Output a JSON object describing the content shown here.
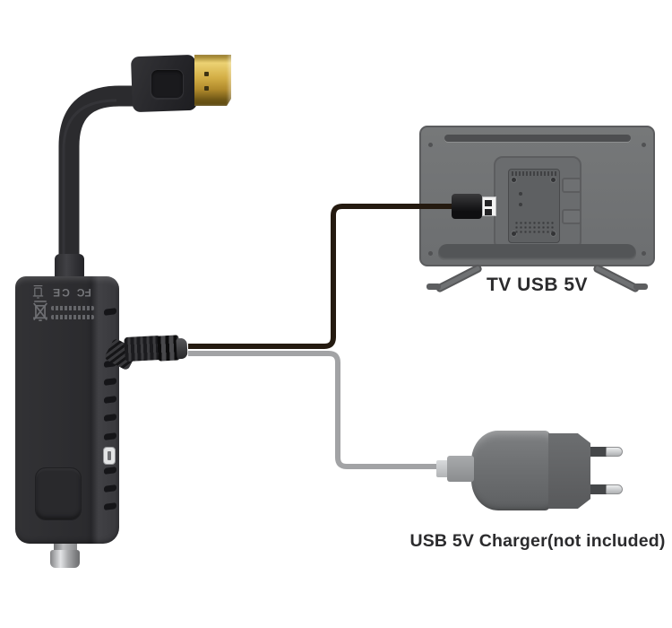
{
  "labels": {
    "tv_usb": "TV USB 5V",
    "charger_note": "USB 5V Charger(not included)"
  },
  "device": {
    "regulatory_marks": {
      "fcc": "FC",
      "ce": "CE"
    },
    "icons": [
      "weee-crossed-bin-icon"
    ]
  },
  "connections": {
    "tv_line_color": "#241a10",
    "charger_line_color": "#a2a3a5"
  },
  "colors": {
    "background": "#ffffff",
    "device_body": "#2b2b2e",
    "hdmi_gold": "#d3ae45",
    "tv_body": "#6f7173",
    "charger_body": "#6e7072",
    "label_text": "#2b2b2d"
  }
}
